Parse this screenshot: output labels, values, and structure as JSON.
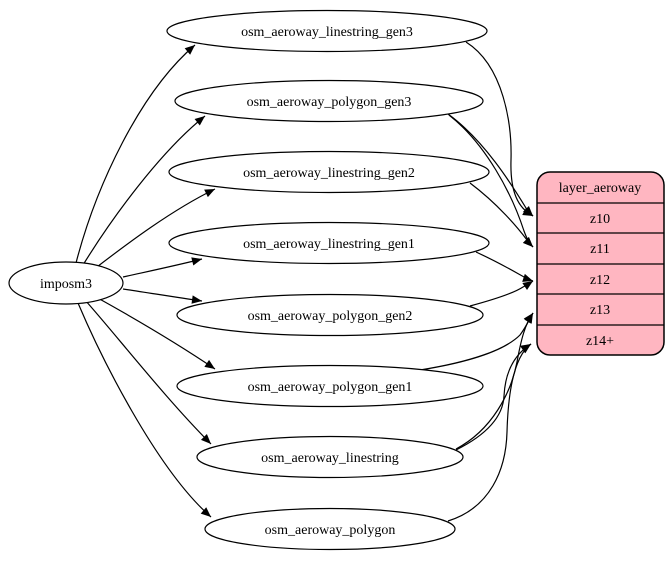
{
  "diagram": {
    "background": "#ffffff",
    "source": {
      "label": "imposm3"
    },
    "tables": [
      {
        "label": "osm_aeroway_linestring_gen3"
      },
      {
        "label": "osm_aeroway_polygon_gen3"
      },
      {
        "label": "osm_aeroway_linestring_gen2"
      },
      {
        "label": "osm_aeroway_linestring_gen1"
      },
      {
        "label": "osm_aeroway_polygon_gen2"
      },
      {
        "label": "osm_aeroway_polygon_gen1"
      },
      {
        "label": "osm_aeroway_linestring"
      },
      {
        "label": "osm_aeroway_polygon"
      }
    ],
    "layer": {
      "title": "layer_aeroway",
      "rows": [
        "z10",
        "z11",
        "z12",
        "z13",
        "z14+"
      ],
      "fill": "#FFB6C1",
      "stroke": "#000000"
    },
    "edges": {
      "from_source": [
        "osm_aeroway_linestring_gen3",
        "osm_aeroway_polygon_gen3",
        "osm_aeroway_linestring_gen2",
        "osm_aeroway_linestring_gen1",
        "osm_aeroway_polygon_gen2",
        "osm_aeroway_polygon_gen1",
        "osm_aeroway_linestring",
        "osm_aeroway_polygon"
      ],
      "to_layer": [
        {
          "from": "osm_aeroway_linestring_gen3",
          "to": "z10"
        },
        {
          "from": "osm_aeroway_polygon_gen3",
          "to": "z10"
        },
        {
          "from": "osm_aeroway_polygon_gen3",
          "to": "z11"
        },
        {
          "from": "osm_aeroway_linestring_gen2",
          "to": "z11"
        },
        {
          "from": "osm_aeroway_linestring_gen1",
          "to": "z12"
        },
        {
          "from": "osm_aeroway_polygon_gen2",
          "to": "z12"
        },
        {
          "from": "osm_aeroway_polygon_gen1",
          "to": "z13"
        },
        {
          "from": "osm_aeroway_linestring",
          "to": "z13"
        },
        {
          "from": "osm_aeroway_linestring",
          "to": "z14+"
        },
        {
          "from": "osm_aeroway_polygon",
          "to": "z14+"
        }
      ]
    }
  }
}
